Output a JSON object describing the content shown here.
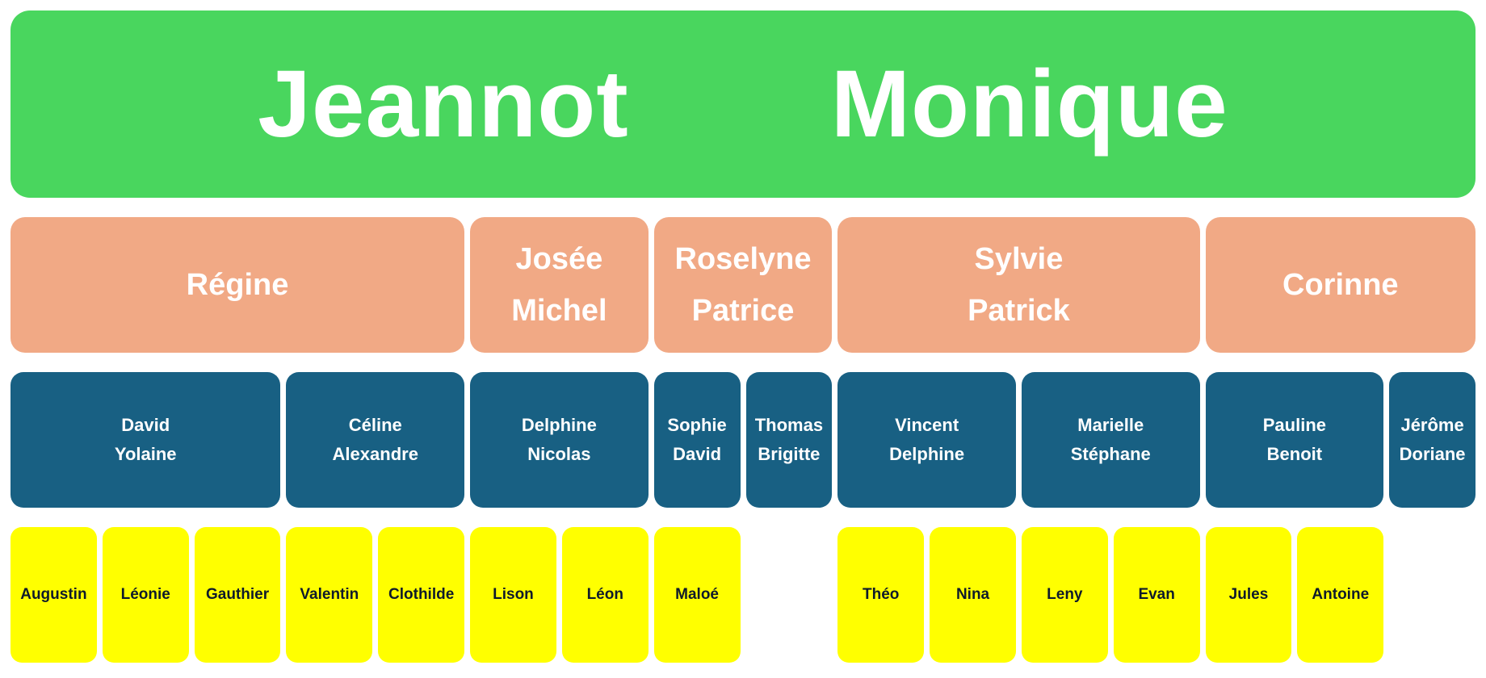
{
  "root": {
    "names": [
      "Jeannot",
      "Monique"
    ],
    "color": "#49D65E"
  },
  "generation1": {
    "color": "#F1A985",
    "items": [
      {
        "lines": [
          "Régine",
          ""
        ],
        "span": 5
      },
      {
        "lines": [
          "Josée",
          "Michel"
        ],
        "span": 2
      },
      {
        "lines": [
          "Roselyne",
          "Patrice"
        ],
        "span": 2
      },
      {
        "lines": [
          "Sylvie",
          "Patrick"
        ],
        "span": 4
      },
      {
        "lines": [
          "Corinne",
          ""
        ],
        "span": 3
      }
    ]
  },
  "generation2": {
    "color": "#186083",
    "items": [
      {
        "lines": [
          "David",
          "Yolaine"
        ]
      },
      {
        "lines": [
          "Céline",
          "Alexandre"
        ]
      },
      {
        "lines": [
          "Delphine",
          "Nicolas"
        ]
      },
      {
        "lines": [
          "Sophie",
          "David"
        ]
      },
      {
        "lines": [
          "Thomas",
          "Brigitte"
        ]
      },
      {
        "lines": [
          "Vincent",
          "Delphine"
        ]
      },
      {
        "lines": [
          "Marielle",
          "Stéphane"
        ]
      },
      {
        "lines": [
          "Pauline",
          "Benoit"
        ]
      },
      {
        "lines": [
          "Jérôme",
          "Doriane"
        ]
      }
    ]
  },
  "generation3": {
    "color": "#FFFF00",
    "items": [
      "Augustin",
      "Léonie",
      "Gauthier",
      "Valentin",
      "Clothilde",
      "Lison",
      "Léon",
      "Maloé",
      "Théo",
      "Nina",
      "Leny",
      "Evan",
      "Jules",
      "Antoine"
    ]
  }
}
